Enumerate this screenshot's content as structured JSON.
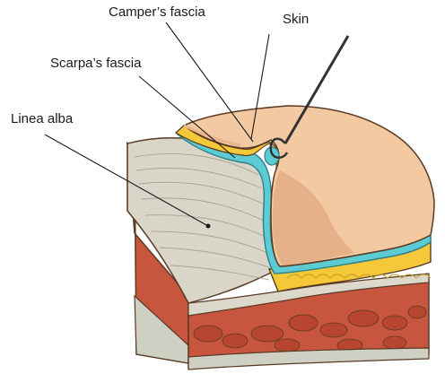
{
  "labels": {
    "campers_fascia": "Camper’s fascia",
    "skin": "Skin",
    "scarpas_fascia": "Scarpa’s fascia",
    "linea_alba": "Linea alba"
  },
  "colors": {
    "skin": "#f3c9a2",
    "skin_shadow": "#e2a77f",
    "campers_fat": "#f5c83a",
    "scarpas_fascia": "#5ccbd3",
    "linea_alba": "#d9d6c9",
    "muscle": "#c8553e",
    "outline": "#5a3a22",
    "instrument": "#333333"
  }
}
